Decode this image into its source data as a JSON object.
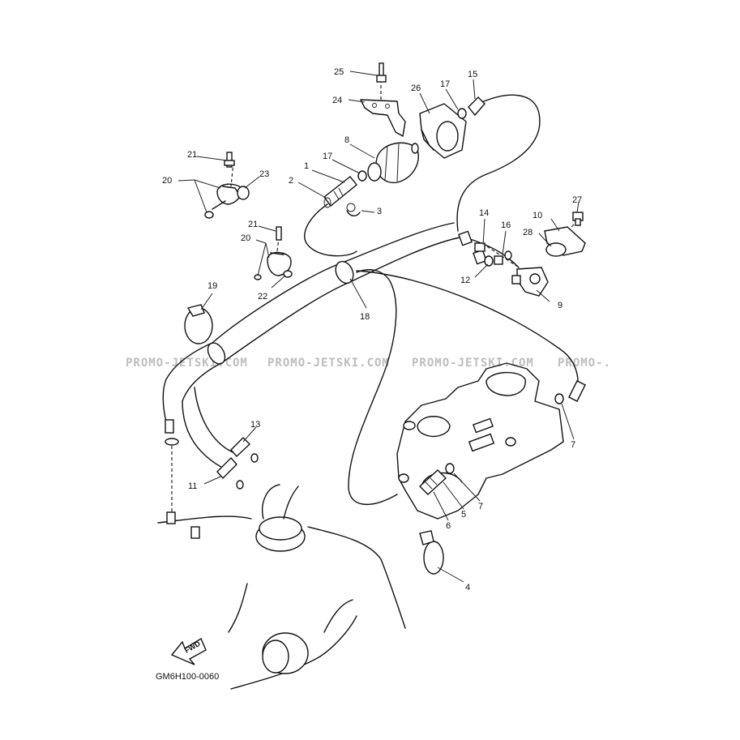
{
  "diagram": {
    "drawing_code": "GM6H100-0060",
    "fwd_label": "FWD",
    "watermarks": [
      "PROMO-JETSKI.COM",
      "PROMO-JETSKI.COM",
      "PROMO-JETSKI.COM",
      "PROMO-."
    ],
    "callouts": [
      "1",
      "2",
      "3",
      "4",
      "5",
      "6",
      "7",
      "7",
      "8",
      "9",
      "10",
      "11",
      "12",
      "13",
      "14",
      "15",
      "16",
      "17",
      "17",
      "18",
      "19",
      "20",
      "20",
      "21",
      "21",
      "22",
      "23",
      "24",
      "25",
      "26",
      "27",
      "28"
    ]
  }
}
